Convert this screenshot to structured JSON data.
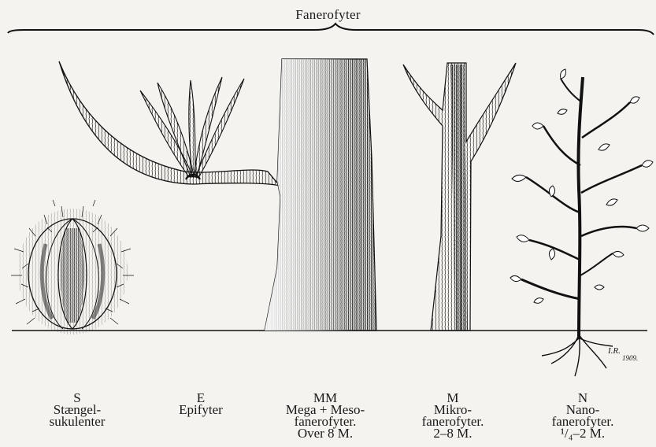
{
  "header": {
    "title": "Fanerofyter"
  },
  "categories": [
    {
      "code": "S",
      "lines": [
        "Stængel-",
        "sukulenter"
      ]
    },
    {
      "code": "E",
      "lines": [
        "Epifyter"
      ]
    },
    {
      "code": "MM",
      "lines": [
        "Mega + Meso-",
        "fanerofyter.",
        "Over 8 M."
      ]
    },
    {
      "code": "M",
      "lines": [
        "Mikro-",
        "fanerofyter.",
        "2–8 M."
      ]
    },
    {
      "code": "N",
      "lines": [
        "Nano-",
        "fanerofyter.",
        "¹/₄–2 M."
      ]
    }
  ],
  "signature": {
    "initials": "I.R.",
    "year": "1909."
  },
  "colors": {
    "ink": "#1a1a1a",
    "paper": "#f4f3ef"
  }
}
